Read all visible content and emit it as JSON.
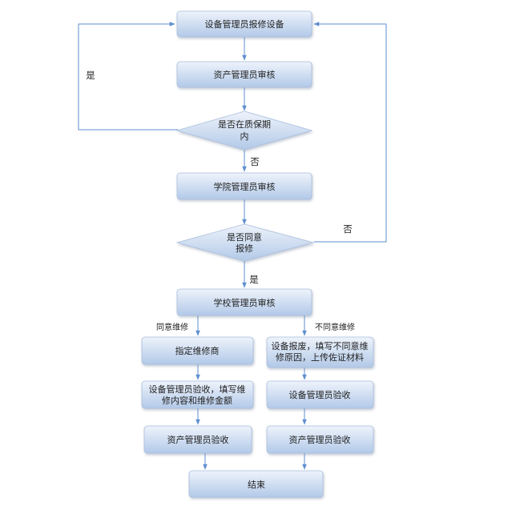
{
  "nodes": {
    "report": "设备管理员报修设备",
    "asset_review": "资产管理员审核",
    "warranty_check": [
      "是否在质保期",
      "内"
    ],
    "college_review": "学院管理员审核",
    "agree_check": [
      "是否同意",
      "报修"
    ],
    "school_review": "学校管理员审核",
    "assign_vendor": "指定维修商",
    "equipment_acceptance_fill": [
      "设备管理员验收，填写维",
      "修内容和维修金额"
    ],
    "asset_acceptance_left": "资产管理员验收",
    "scrap_equipment": [
      "设备报废，填写不同意维",
      "修原因，上传佐证材料"
    ],
    "equipment_acceptance": "设备管理员验收",
    "asset_acceptance_right": "资产管理员验收",
    "end": "结束"
  },
  "edge_labels": {
    "warranty_yes": "是",
    "warranty_no": "否",
    "agree_no": "否",
    "agree_yes": "是",
    "branch_agree": "同意维修",
    "branch_disagree": "不同意维修"
  },
  "colors": {
    "box_top": "#eef3fb",
    "box_bottom": "#b2c9e8",
    "box_stroke": "#a9bfdd",
    "edge": "#5f8fd0"
  }
}
